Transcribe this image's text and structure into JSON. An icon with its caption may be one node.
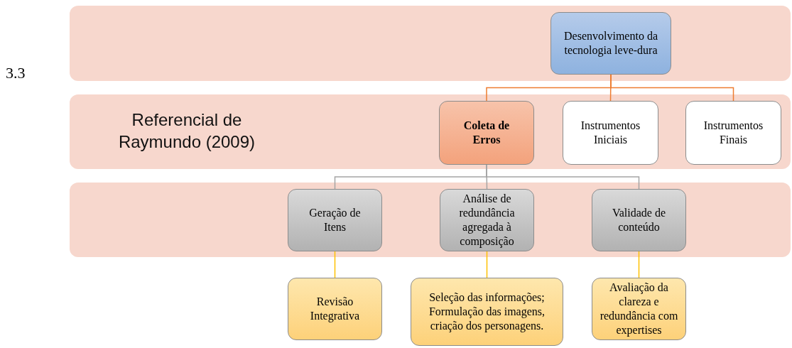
{
  "diagram": {
    "nodes": [
      {
        "text": [],
        "shape": "box"
      },
      {
        "text": [
          "Desenvolvimento da tecnologia leve-dura"
        ],
        "in": 0
      },
      {
        "text": [
          "Referencial de Raymundo (2009)"
        ]
      },
      {
        "text": [
          "Coleta de Erros"
        ],
        "in": 2
      },
      {
        "text": [
          "Instrumentos Iniciais"
        ],
        "in": 2
      },
      {
        "text": [
          "Instrumentos Finais"
        ],
        "in": 2
      },
      {
        "text": [],
        "shape": "box"
      },
      {
        "text": [
          "Geração de Itens"
        ],
        "in": 6
      },
      {
        "text": [
          "Análise de redundância agregada à composição"
        ],
        "in": 6
      },
      {
        "text": [
          "Validade de conteúdo"
        ],
        "in": 6
      },
      {
        "text": [
          "Revisão Integrativa"
        ]
      },
      {
        "text": [
          "Seleção das informações; Formulação das imagens, criação dos personagens."
        ]
      },
      {
        "text": [
          "Avaliação da clareza e redundância com expertises"
        ]
      }
    ],
    "edges": [
      {
        "from": 1,
        "to": 3,
        "arrow": "none",
        "color": "#ed7d31"
      },
      {
        "from": 1,
        "to": 4,
        "arrow": "none",
        "color": "#ed7d31"
      },
      {
        "from": 1,
        "to": 5,
        "arrow": "none",
        "color": "#ed7d31"
      },
      {
        "from": 3,
        "to": 7,
        "arrow": "none",
        "color": "#a5a5a5"
      },
      {
        "from": 3,
        "to": 8,
        "arrow": "none",
        "color": "#a5a5a5"
      },
      {
        "from": 3,
        "to": 9,
        "arrow": "none",
        "color": "#a5a5a5"
      },
      {
        "from": 7,
        "to": 10,
        "arrow": "none",
        "color": "#ffc000"
      },
      {
        "from": 8,
        "to": 11,
        "arrow": "none",
        "color": "#ffc000"
      },
      {
        "from": 9,
        "to": 12,
        "arrow": "none",
        "color": "#ffc000"
      }
    ],
    "labels": [
      "3.3"
    ]
  }
}
